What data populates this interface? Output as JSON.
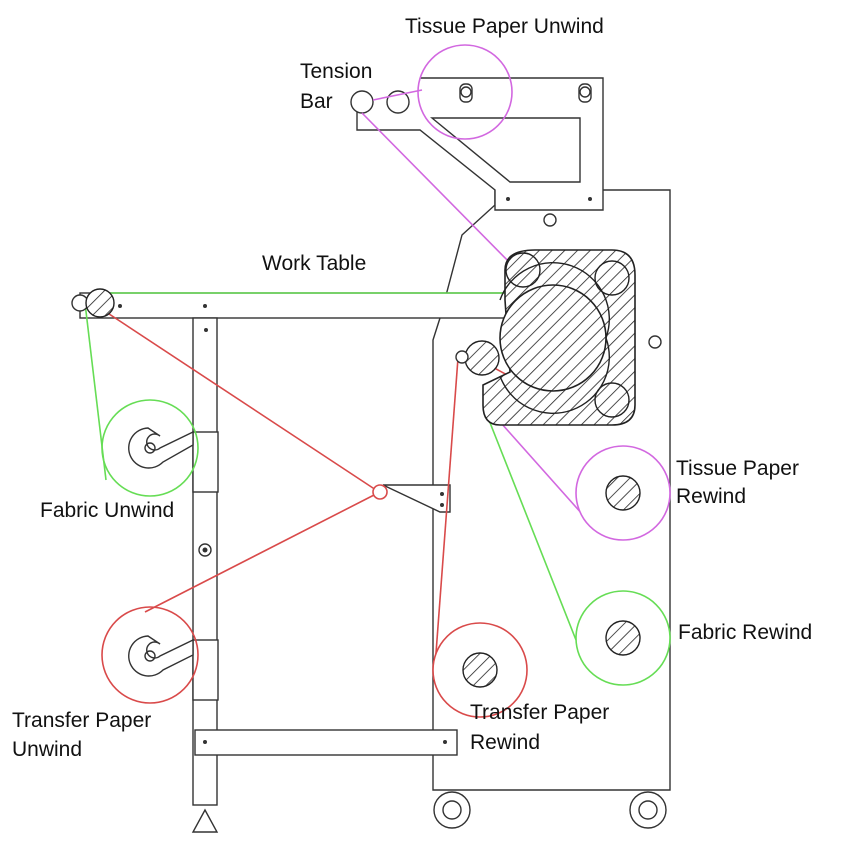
{
  "labels": {
    "tissue_unwind": "Tissue Paper Unwind",
    "tension_bar_1": "Tension",
    "tension_bar_2": "Bar",
    "work_table": "Work Table",
    "fabric_unwind": "Fabric Unwind",
    "tissue_rewind_1": "Tissue Paper",
    "tissue_rewind_2": "Rewind",
    "fabric_rewind": "Fabric Rewind",
    "transfer_unwind_1": "Transfer Paper",
    "transfer_unwind_2": "Unwind",
    "transfer_rewind_1": "Transfer Paper",
    "transfer_rewind_2": "Rewind"
  },
  "colors": {
    "tissue_paper": "#d268e0",
    "fabric": "#66dd55",
    "transfer_paper": "#d94a4a",
    "frame": "#333333"
  }
}
